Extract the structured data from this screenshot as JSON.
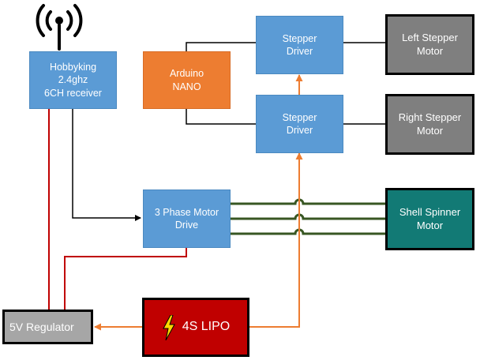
{
  "blocks": {
    "receiver": "Hobbyking\n2.4ghz\n6CH receiver",
    "arduino": "Arduino\nNANO",
    "stepper_driver_top": "Stepper\nDriver",
    "stepper_driver_bottom": "Stepper\nDriver",
    "left_stepper_motor": "Left Stepper\nMotor",
    "right_stepper_motor": "Right Stepper\nMotor",
    "motor_drive": "3 Phase Motor\nDrive",
    "shell_spinner_motor": "Shell Spinner\nMotor",
    "regulator": "5V Regulator",
    "battery": "4S LIPO"
  },
  "colors": {
    "module_blue": "#5b9bd5",
    "controller_orange": "#ed7d31",
    "motor_gray": "#7f7f7f",
    "spinner_teal": "#127a75",
    "battery_red": "#c00000",
    "regulator_gray": "#a6a6a6",
    "power_wire_red": "#c00000",
    "supply_wire_orange": "#ed7d31",
    "phase_wire_green": "#385723",
    "signal_wire_black": "#000000",
    "bolt_yellow": "#ffd700"
  },
  "icons": {
    "antenna": "antenna-icon",
    "bolt": "lightning-bolt-icon"
  }
}
